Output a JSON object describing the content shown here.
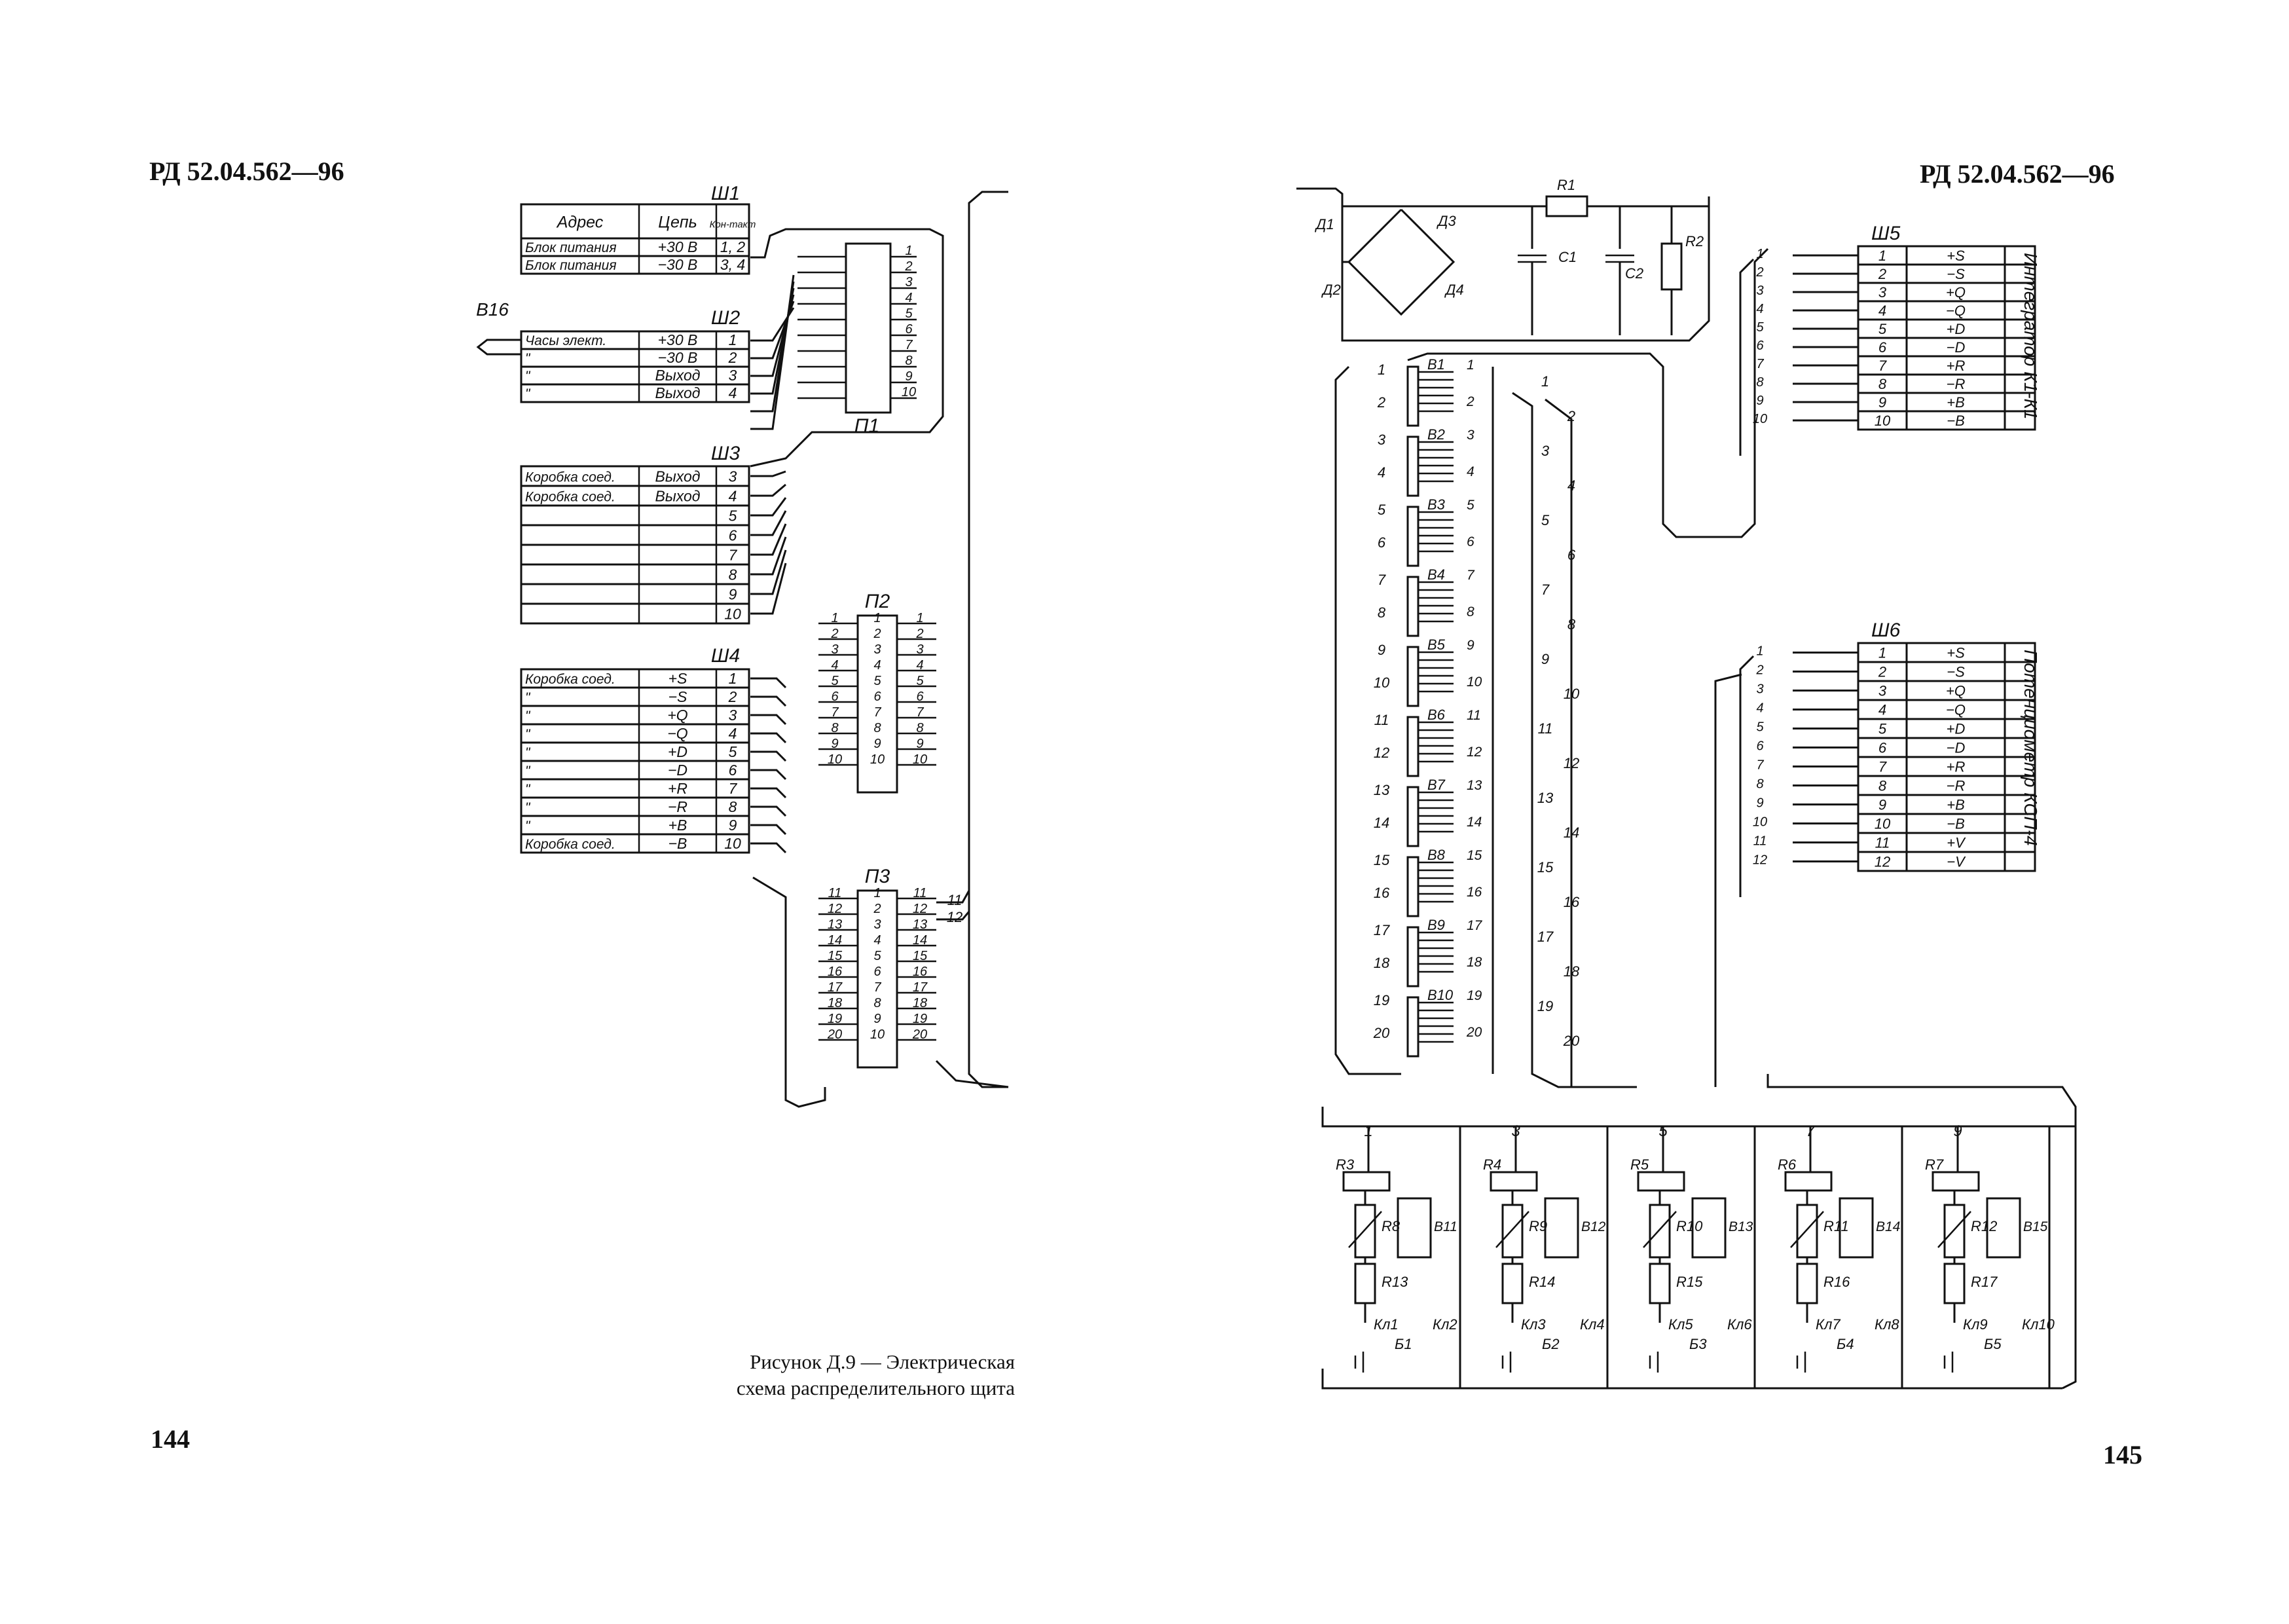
{
  "header_left": "РД 52.04.562—96",
  "header_right": "РД 52.04.562—96",
  "page_left": "144",
  "page_right": "145",
  "caption": [
    "Рисунок Д.9 — Электрическая",
    "схема распределительного щита"
  ],
  "sh1": {
    "name": "Ш1",
    "head": [
      "Адрес",
      "Цепь",
      "Кон-такт"
    ],
    "rows": [
      [
        "Блок питания",
        "+30 В",
        "1, 2"
      ],
      [
        "Блок питания",
        "−30 В",
        "3, 4"
      ]
    ]
  },
  "sh2": {
    "name": "Ш2",
    "rows": [
      [
        "Часы элект.",
        "+30 В",
        "1"
      ],
      [
        "\"",
        "−30 В",
        "2"
      ],
      [
        "\"",
        "Выход",
        "3"
      ],
      [
        "\"",
        "Выход",
        "4"
      ]
    ]
  },
  "b16": "В16",
  "sh3": {
    "name": "Ш3",
    "rows": [
      [
        "Коробка соед.",
        "Выход",
        "3"
      ],
      [
        "Коробка соед.",
        "Выход",
        "4"
      ],
      [
        "",
        "",
        "5"
      ],
      [
        "",
        "",
        "6"
      ],
      [
        "",
        "",
        "7"
      ],
      [
        "",
        "",
        "8"
      ],
      [
        "",
        "",
        "9"
      ],
      [
        "",
        "",
        "10"
      ]
    ]
  },
  "sh4": {
    "name": "Ш4",
    "rows": [
      [
        "Коробка соед.",
        "+S",
        "1"
      ],
      [
        "\"",
        "−S",
        "2"
      ],
      [
        "\"",
        "+Q",
        "3"
      ],
      [
        "\"",
        "−Q",
        "4"
      ],
      [
        "\"",
        "+D",
        "5"
      ],
      [
        "\"",
        "−D",
        "6"
      ],
      [
        "\"",
        "+R",
        "7"
      ],
      [
        "\"",
        "−R",
        "8"
      ],
      [
        "\"",
        "+B",
        "9"
      ],
      [
        "Коробка соед.",
        "−B",
        "10"
      ]
    ]
  },
  "p1": "П1",
  "p2": "П2",
  "p3": "П3",
  "p3_out": [
    "11",
    "12"
  ],
  "bridge": [
    "Д1",
    "Д2",
    "Д3",
    "Д4"
  ],
  "psu": [
    "R1",
    "C1",
    "C2",
    "R2"
  ],
  "sh5": {
    "name": "Ш5",
    "rows": [
      [
        "1",
        "+S"
      ],
      [
        "2",
        "−S"
      ],
      [
        "3",
        "+Q"
      ],
      [
        "4",
        "−Q"
      ],
      [
        "5",
        "+D"
      ],
      [
        "6",
        "−D"
      ],
      [
        "7",
        "+R"
      ],
      [
        "8",
        "−R"
      ],
      [
        "9",
        "+B"
      ],
      [
        "10",
        "−B"
      ]
    ],
    "side": "Интегратор К1-К1"
  },
  "sh6": {
    "name": "Ш6",
    "rows": [
      [
        "1",
        "+S"
      ],
      [
        "2",
        "−S"
      ],
      [
        "3",
        "+Q"
      ],
      [
        "4",
        "−Q"
      ],
      [
        "5",
        "+D"
      ],
      [
        "6",
        "−D"
      ],
      [
        "7",
        "+R"
      ],
      [
        "8",
        "−R"
      ],
      [
        "9",
        "+B"
      ],
      [
        "10",
        "−B"
      ],
      [
        "11",
        "+V"
      ],
      [
        "12",
        "−V"
      ]
    ],
    "side": "Потенциометр КСП-4"
  },
  "switches": [
    "В1",
    "В2",
    "В3",
    "В4",
    "В5",
    "В6",
    "В7",
    "В8",
    "В9",
    "В10"
  ],
  "modules": [
    {
      "n": "1",
      "top": "R3",
      "var": "R8",
      "fix": "R13",
      "sw": "В11",
      "k1": "Кл1",
      "k2": "Кл2",
      "bat": "Б1"
    },
    {
      "n": "3",
      "top": "R4",
      "var": "R9",
      "fix": "R14",
      "sw": "В12",
      "k1": "Кл3",
      "k2": "Кл4",
      "bat": "Б2"
    },
    {
      "n": "5",
      "top": "R5",
      "var": "R10",
      "fix": "R15",
      "sw": "В13",
      "k1": "Кл5",
      "k2": "Кл6",
      "bat": "Б3"
    },
    {
      "n": "7",
      "top": "R6",
      "var": "R11",
      "fix": "R16",
      "sw": "В14",
      "k1": "Кл7",
      "k2": "Кл8",
      "bat": "Б4"
    },
    {
      "n": "9",
      "top": "R7",
      "var": "R12",
      "fix": "R17",
      "sw": "В15",
      "k1": "Кл9",
      "k2": "Кл10",
      "bat": "Б5"
    }
  ]
}
